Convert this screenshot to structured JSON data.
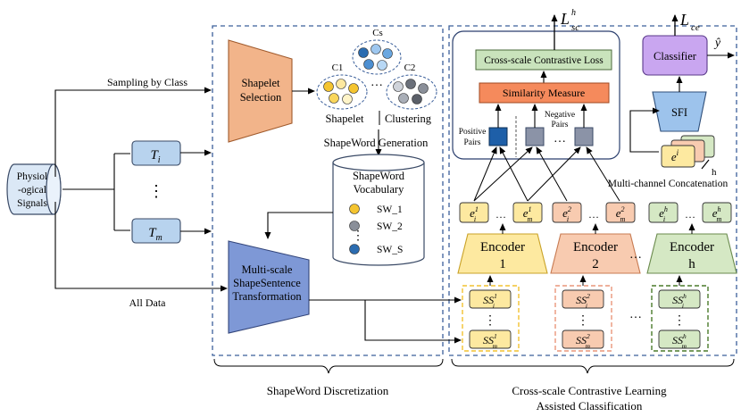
{
  "input": {
    "line1": "Physiol",
    "line2": "-ogical",
    "line3": "Signals"
  },
  "segments": {
    "ti": "T",
    "ti_sub": "i",
    "tm": "T",
    "tm_sub": "m",
    "dots": "⋮"
  },
  "edge_labels": {
    "sampling": "Sampling by Class",
    "all_data": "All Data"
  },
  "shapelet_selection": {
    "line1": "Shapelet",
    "line2": "Selection"
  },
  "clusters": {
    "c1": "C1",
    "c2": "C2",
    "cs": "Cs",
    "dots": "…"
  },
  "clustering_labels": {
    "shapelet": "Shapelet",
    "clustering": "Clustering",
    "generation": "ShapeWord  Generation"
  },
  "vocabulary": {
    "title1": "ShapeWord",
    "title2": "Vocabulary",
    "items": [
      {
        "label": "SW_1",
        "color": "#f4c430"
      },
      {
        "label": "SW_2",
        "color": "#8a8f99"
      },
      {
        "label": "SW_S",
        "color": "#2b6cb0"
      }
    ]
  },
  "transform": {
    "line1": "Multi-scale",
    "line2": "ShapeSentence",
    "line3": "Transformation"
  },
  "sections": {
    "left": "ShapeWord Discretization",
    "right1": "Cross-scale Contrastive  Learning",
    "right2": "Assisted Classification"
  },
  "contrastive": {
    "loss_box": "Cross-scale Contrastive Loss",
    "similarity": "Similarity  Measure",
    "positive": "Positive",
    "pairs": "Pairs",
    "negative": "Negative",
    "neg_pairs": "Pairs",
    "loss_symbol": "L",
    "loss_sub": "sc",
    "loss_sup": "h"
  },
  "classifier": {
    "label": "Classifier",
    "loss_symbol": "L",
    "loss_sub": "ce",
    "output": "ŷ"
  },
  "sfi": {
    "label": "SFI",
    "stack_label": "e",
    "stack_sup": "i",
    "h_label": "h",
    "concat": "Multi-channel Concatenation"
  },
  "encoders": [
    {
      "label": "Encoder",
      "index": "1",
      "sup": "1",
      "color": "#fde9a0",
      "stroke": "#c9a227",
      "dash": "#f2c230"
    },
    {
      "label": "Encoder",
      "index": "2",
      "sup": "2",
      "color": "#f8cbb0",
      "stroke": "#c77b52",
      "dash": "#e9967a"
    },
    {
      "label": "Encoder",
      "index": "h",
      "sup": "h",
      "color": "#d5e8c4",
      "stroke": "#6a8a4d",
      "dash": "#4a7a2a"
    }
  ],
  "embedding": {
    "e": "e",
    "sub_i": "i",
    "sub_m": "m"
  },
  "sentence": {
    "ss": "SS",
    "sub_i": "i",
    "sub_m": "m"
  },
  "dots_h": "…",
  "dots_v": "⋮"
}
